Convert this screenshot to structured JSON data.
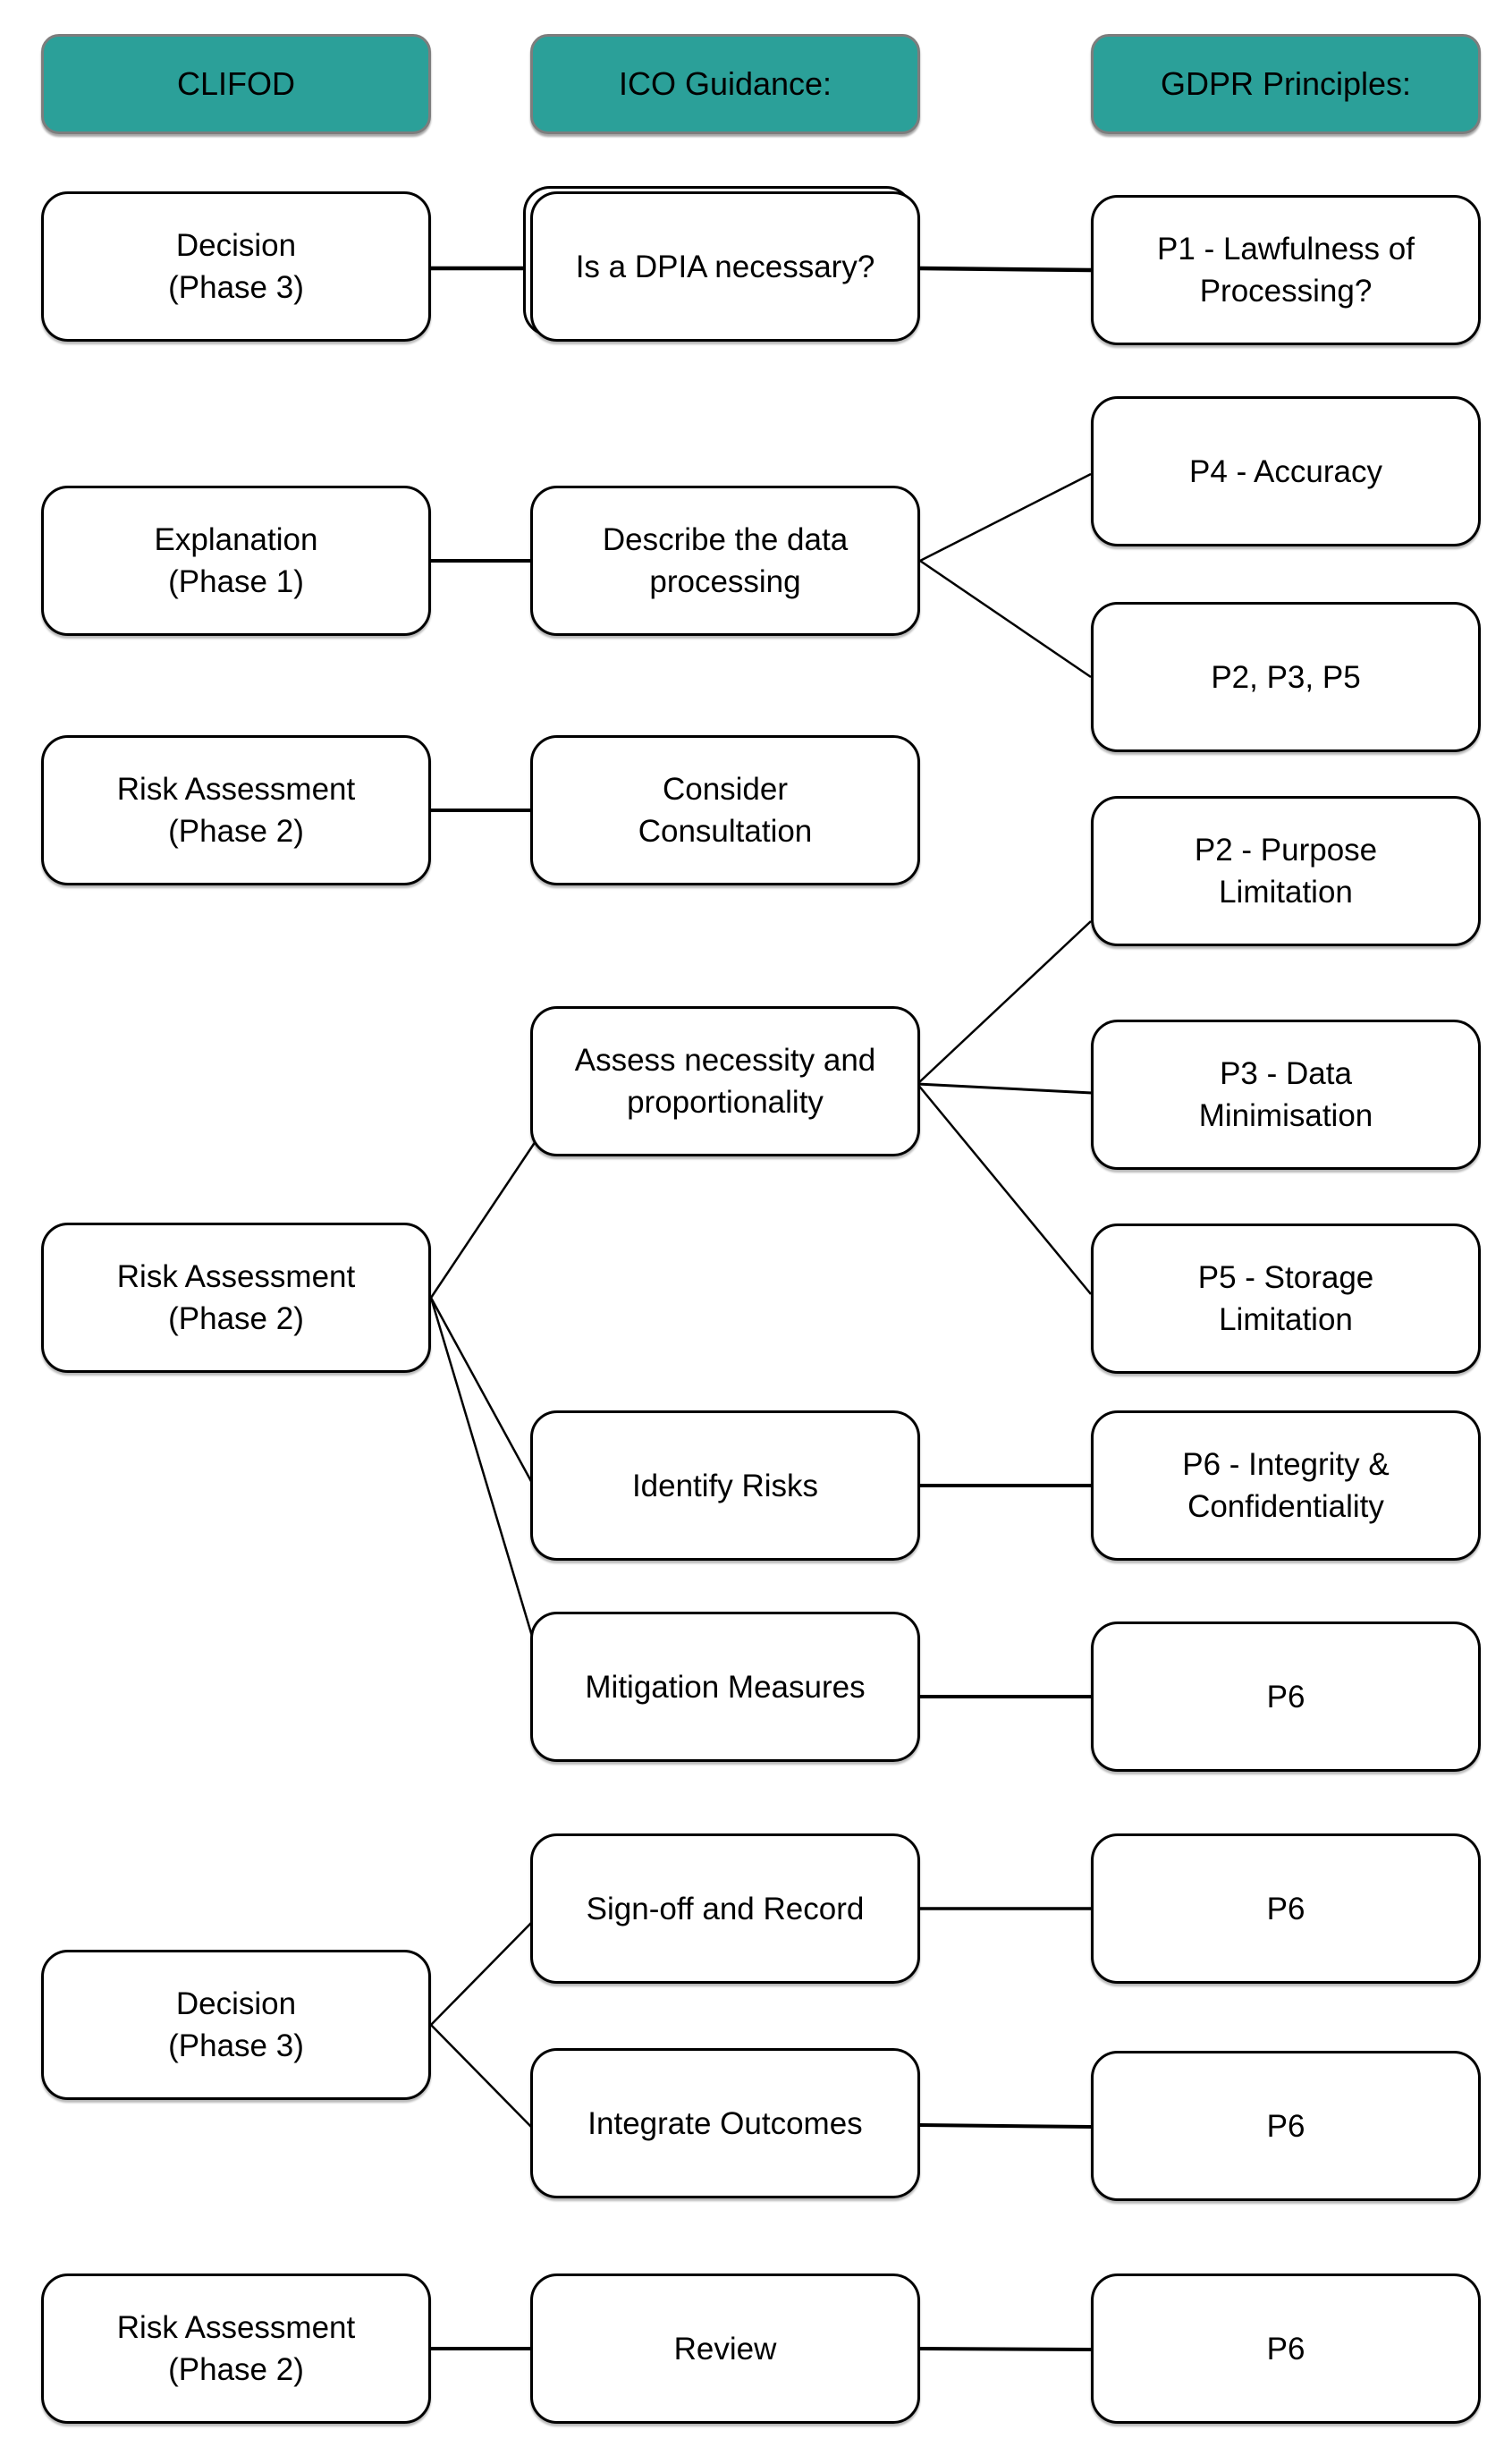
{
  "colors": {
    "header_fill": "#2ba099",
    "header_border": "#7d7d7d",
    "node_border": "#000000",
    "background": "#ffffff",
    "text": "#000000"
  },
  "headers": [
    {
      "id": "clifod",
      "label": "CLIFOD"
    },
    {
      "id": "ico-guidance",
      "label": "ICO Guidance:"
    },
    {
      "id": "gdpr-principles",
      "label": "GDPR Principles:"
    }
  ],
  "nodes": [
    {
      "id": "decision-phase3-a",
      "label": "Decision\n(Phase 3)"
    },
    {
      "id": "dpia-necessary-question",
      "label": "Is a DPIA necessary?"
    },
    {
      "id": "p1-lawfulness-of-processing",
      "label": "P1 - Lawfulness of\nProcessing?"
    },
    {
      "id": "explanation-phase1",
      "label": "Explanation\n(Phase 1)"
    },
    {
      "id": "describe-the-data-processing",
      "label": "Describe the data\nprocessing"
    },
    {
      "id": "p4-accuracy",
      "label": "P4 - Accuracy"
    },
    {
      "id": "p2-p3-p5",
      "label": "P2, P3, P5"
    },
    {
      "id": "risk-assessment-phase2-a",
      "label": "Risk Assessment\n(Phase 2)"
    },
    {
      "id": "consider-consultation",
      "label": "Consider\nConsultation"
    },
    {
      "id": "p2-purpose-limitation",
      "label": "P2 - Purpose\nLimitation"
    },
    {
      "id": "assess-necessity-proportionality",
      "label": "Assess necessity and\nproportionality"
    },
    {
      "id": "p3-data-minimisation",
      "label": "P3 - Data\nMinimisation"
    },
    {
      "id": "risk-assessment-phase2-b",
      "label": "Risk Assessment\n(Phase 2)"
    },
    {
      "id": "p5-storage-limitation",
      "label": "P5 - Storage\nLimitation"
    },
    {
      "id": "identify-risks",
      "label": "Identify Risks"
    },
    {
      "id": "p6-integrity-confidentiality",
      "label": "P6 - Integrity &\nConfidentiality"
    },
    {
      "id": "mitigation-measures",
      "label": "Mitigation Measures"
    },
    {
      "id": "p6-mitigation",
      "label": "P6"
    },
    {
      "id": "sign-off-and-record",
      "label": "Sign-off and Record"
    },
    {
      "id": "p6-signoff",
      "label": "P6"
    },
    {
      "id": "decision-phase3-b",
      "label": "Decision\n(Phase 3)"
    },
    {
      "id": "integrate-outcomes",
      "label": "Integrate Outcomes"
    },
    {
      "id": "p6-integrate",
      "label": "P6"
    },
    {
      "id": "risk-assessment-phase2-c",
      "label": "Risk Assessment\n(Phase 2)"
    },
    {
      "id": "review",
      "label": "Review"
    },
    {
      "id": "p6-review",
      "label": "P6"
    }
  ],
  "edges": [
    {
      "from": "decision-phase3-a",
      "to": "dpia-necessary-question"
    },
    {
      "from": "dpia-necessary-question",
      "to": "p1-lawfulness-of-processing"
    },
    {
      "from": "explanation-phase1",
      "to": "describe-the-data-processing"
    },
    {
      "from": "describe-the-data-processing",
      "to": "p4-accuracy"
    },
    {
      "from": "describe-the-data-processing",
      "to": "p2-p3-p5"
    },
    {
      "from": "risk-assessment-phase2-a",
      "to": "consider-consultation"
    },
    {
      "from": "assess-necessity-proportionality",
      "to": "p2-purpose-limitation"
    },
    {
      "from": "assess-necessity-proportionality",
      "to": "p3-data-minimisation"
    },
    {
      "from": "assess-necessity-proportionality",
      "to": "p5-storage-limitation"
    },
    {
      "from": "risk-assessment-phase2-b",
      "to": "assess-necessity-proportionality"
    },
    {
      "from": "risk-assessment-phase2-b",
      "to": "identify-risks"
    },
    {
      "from": "risk-assessment-phase2-b",
      "to": "mitigation-measures"
    },
    {
      "from": "identify-risks",
      "to": "p6-integrity-confidentiality"
    },
    {
      "from": "mitigation-measures",
      "to": "p6-mitigation"
    },
    {
      "from": "sign-off-and-record",
      "to": "p6-signoff"
    },
    {
      "from": "decision-phase3-b",
      "to": "sign-off-and-record"
    },
    {
      "from": "decision-phase3-b",
      "to": "integrate-outcomes"
    },
    {
      "from": "integrate-outcomes",
      "to": "p6-integrate"
    },
    {
      "from": "risk-assessment-phase2-c",
      "to": "review"
    },
    {
      "from": "review",
      "to": "p6-review"
    }
  ]
}
